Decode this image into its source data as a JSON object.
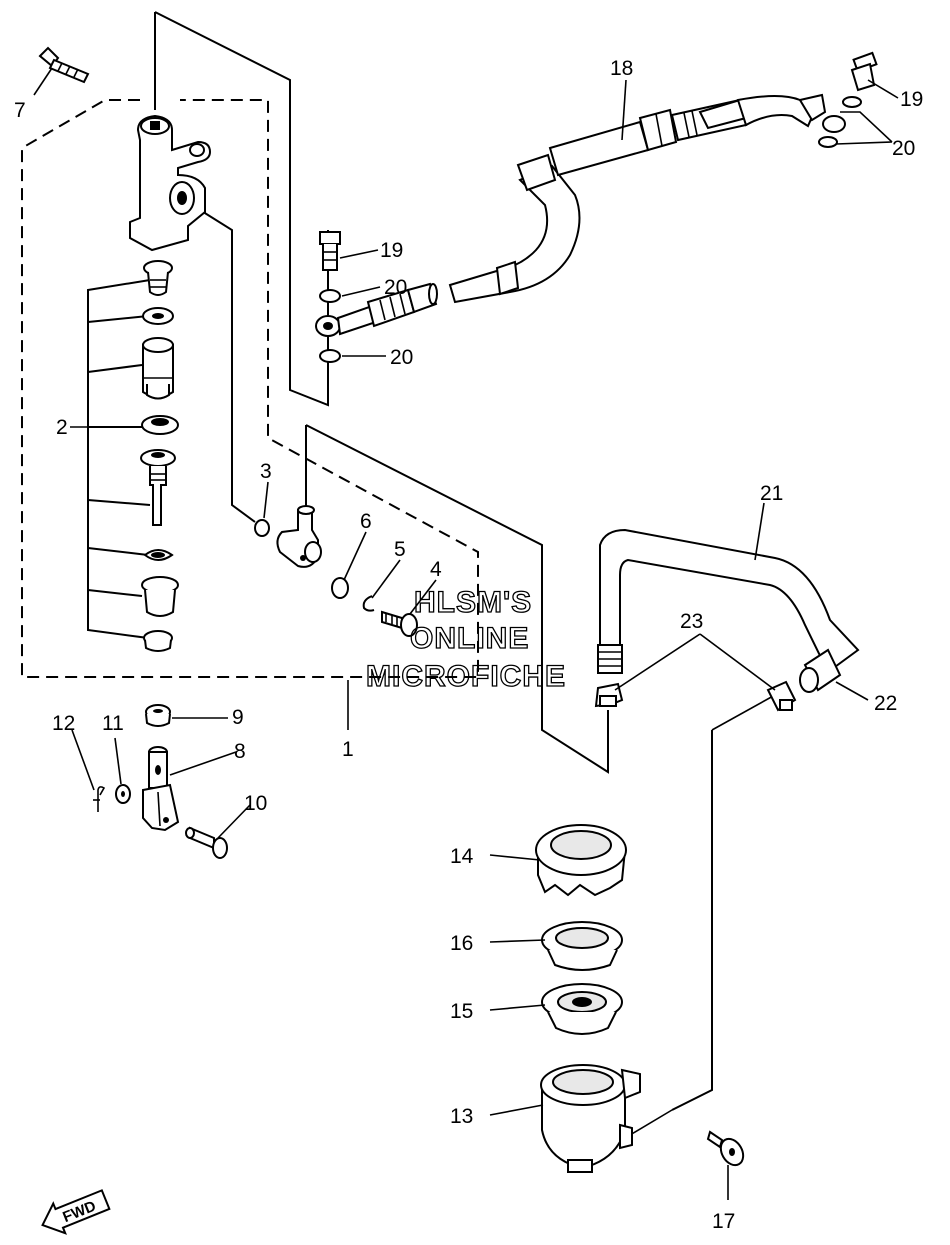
{
  "labels": {
    "p1": "1",
    "p2": "2",
    "p3": "3",
    "p4": "4",
    "p5": "5",
    "p6": "6",
    "p7": "7",
    "p8": "8",
    "p9": "9",
    "p10": "10",
    "p11": "11",
    "p12": "12",
    "p13": "13",
    "p14": "14",
    "p15": "15",
    "p16": "16",
    "p17": "17",
    "p18": "18",
    "p19a": "19",
    "p19b": "19",
    "p20a": "20",
    "p20b": "20",
    "p20c": "20",
    "p21": "21",
    "p22": "22",
    "p23": "23"
  },
  "watermark": {
    "line1": "HLSM'S",
    "line2": "ONLINE",
    "line3": "MICROFICHE"
  },
  "badge": {
    "fwd": "FWD"
  }
}
